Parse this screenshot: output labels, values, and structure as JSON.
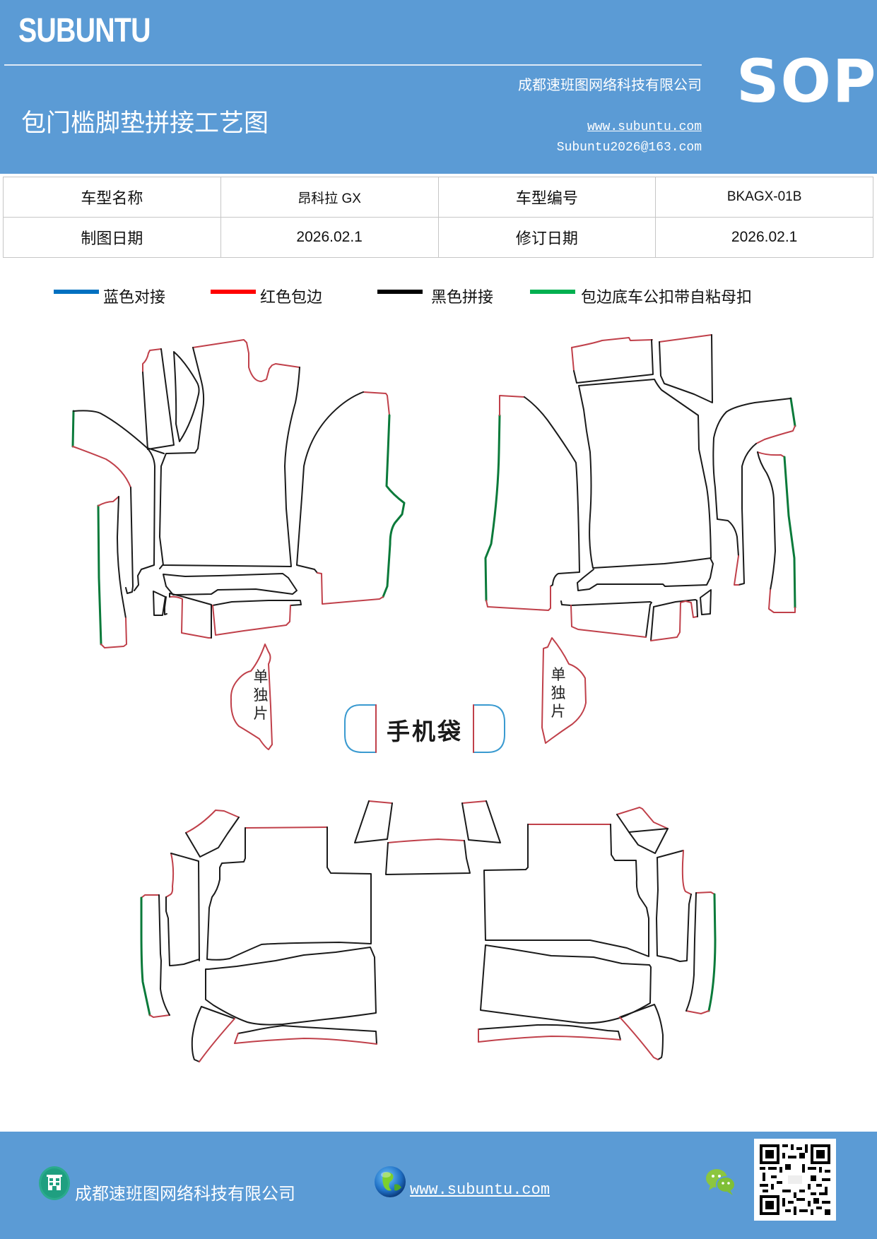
{
  "header": {
    "brand": "SUBUNTU",
    "doc_type": "SOP",
    "company": "成都速班图网络科技有限公司",
    "title": "包门槛脚垫拼接工艺图",
    "website": "www.subuntu.com",
    "email": "Subuntu2026@163.com",
    "background_color": "#5b9bd5"
  },
  "info_table": {
    "rows": [
      [
        {
          "label": "车型名称"
        },
        {
          "value": "昂科拉 GX"
        },
        {
          "label": "车型编号"
        },
        {
          "value": "BKAGX-01B"
        }
      ],
      [
        {
          "label": "制图日期"
        },
        {
          "value": "2026.02.1"
        },
        {
          "label": "修订日期"
        },
        {
          "value": "2026.02.1"
        }
      ]
    ],
    "model_name_label": "车型名称",
    "model_name": "昂科拉 GX",
    "model_code_label": "车型编号",
    "model_code": "BKAGX-01B",
    "draw_date_label": "制图日期",
    "draw_date": "2026.02.1",
    "revise_date_label": "修订日期",
    "revise_date": "2026.02.1"
  },
  "legend": {
    "items": [
      {
        "label": "蓝色对接",
        "color": "#0070c0"
      },
      {
        "label": "红色包边",
        "color": "#ff0000"
      },
      {
        "label": "黑色拼接",
        "color": "#000000"
      },
      {
        "label": "包边底车公扣带自粘母扣",
        "color": "#00b050"
      }
    ]
  },
  "drawing": {
    "separate_piece_label": "单独片",
    "phone_pocket_label": "手机袋",
    "stroke_colors": {
      "black": "#1a1a1a",
      "red": "#c0404a",
      "green": "#0a7a3a",
      "blue": "#3a9ad0"
    }
  },
  "footer": {
    "company": "成都速班图网络科技有限公司",
    "website": "www.subuntu.com",
    "company_icon": "building-icon",
    "website_icon": "globe-icon",
    "wechat_icon": "wechat-icon",
    "qr_code": "qr-code"
  }
}
